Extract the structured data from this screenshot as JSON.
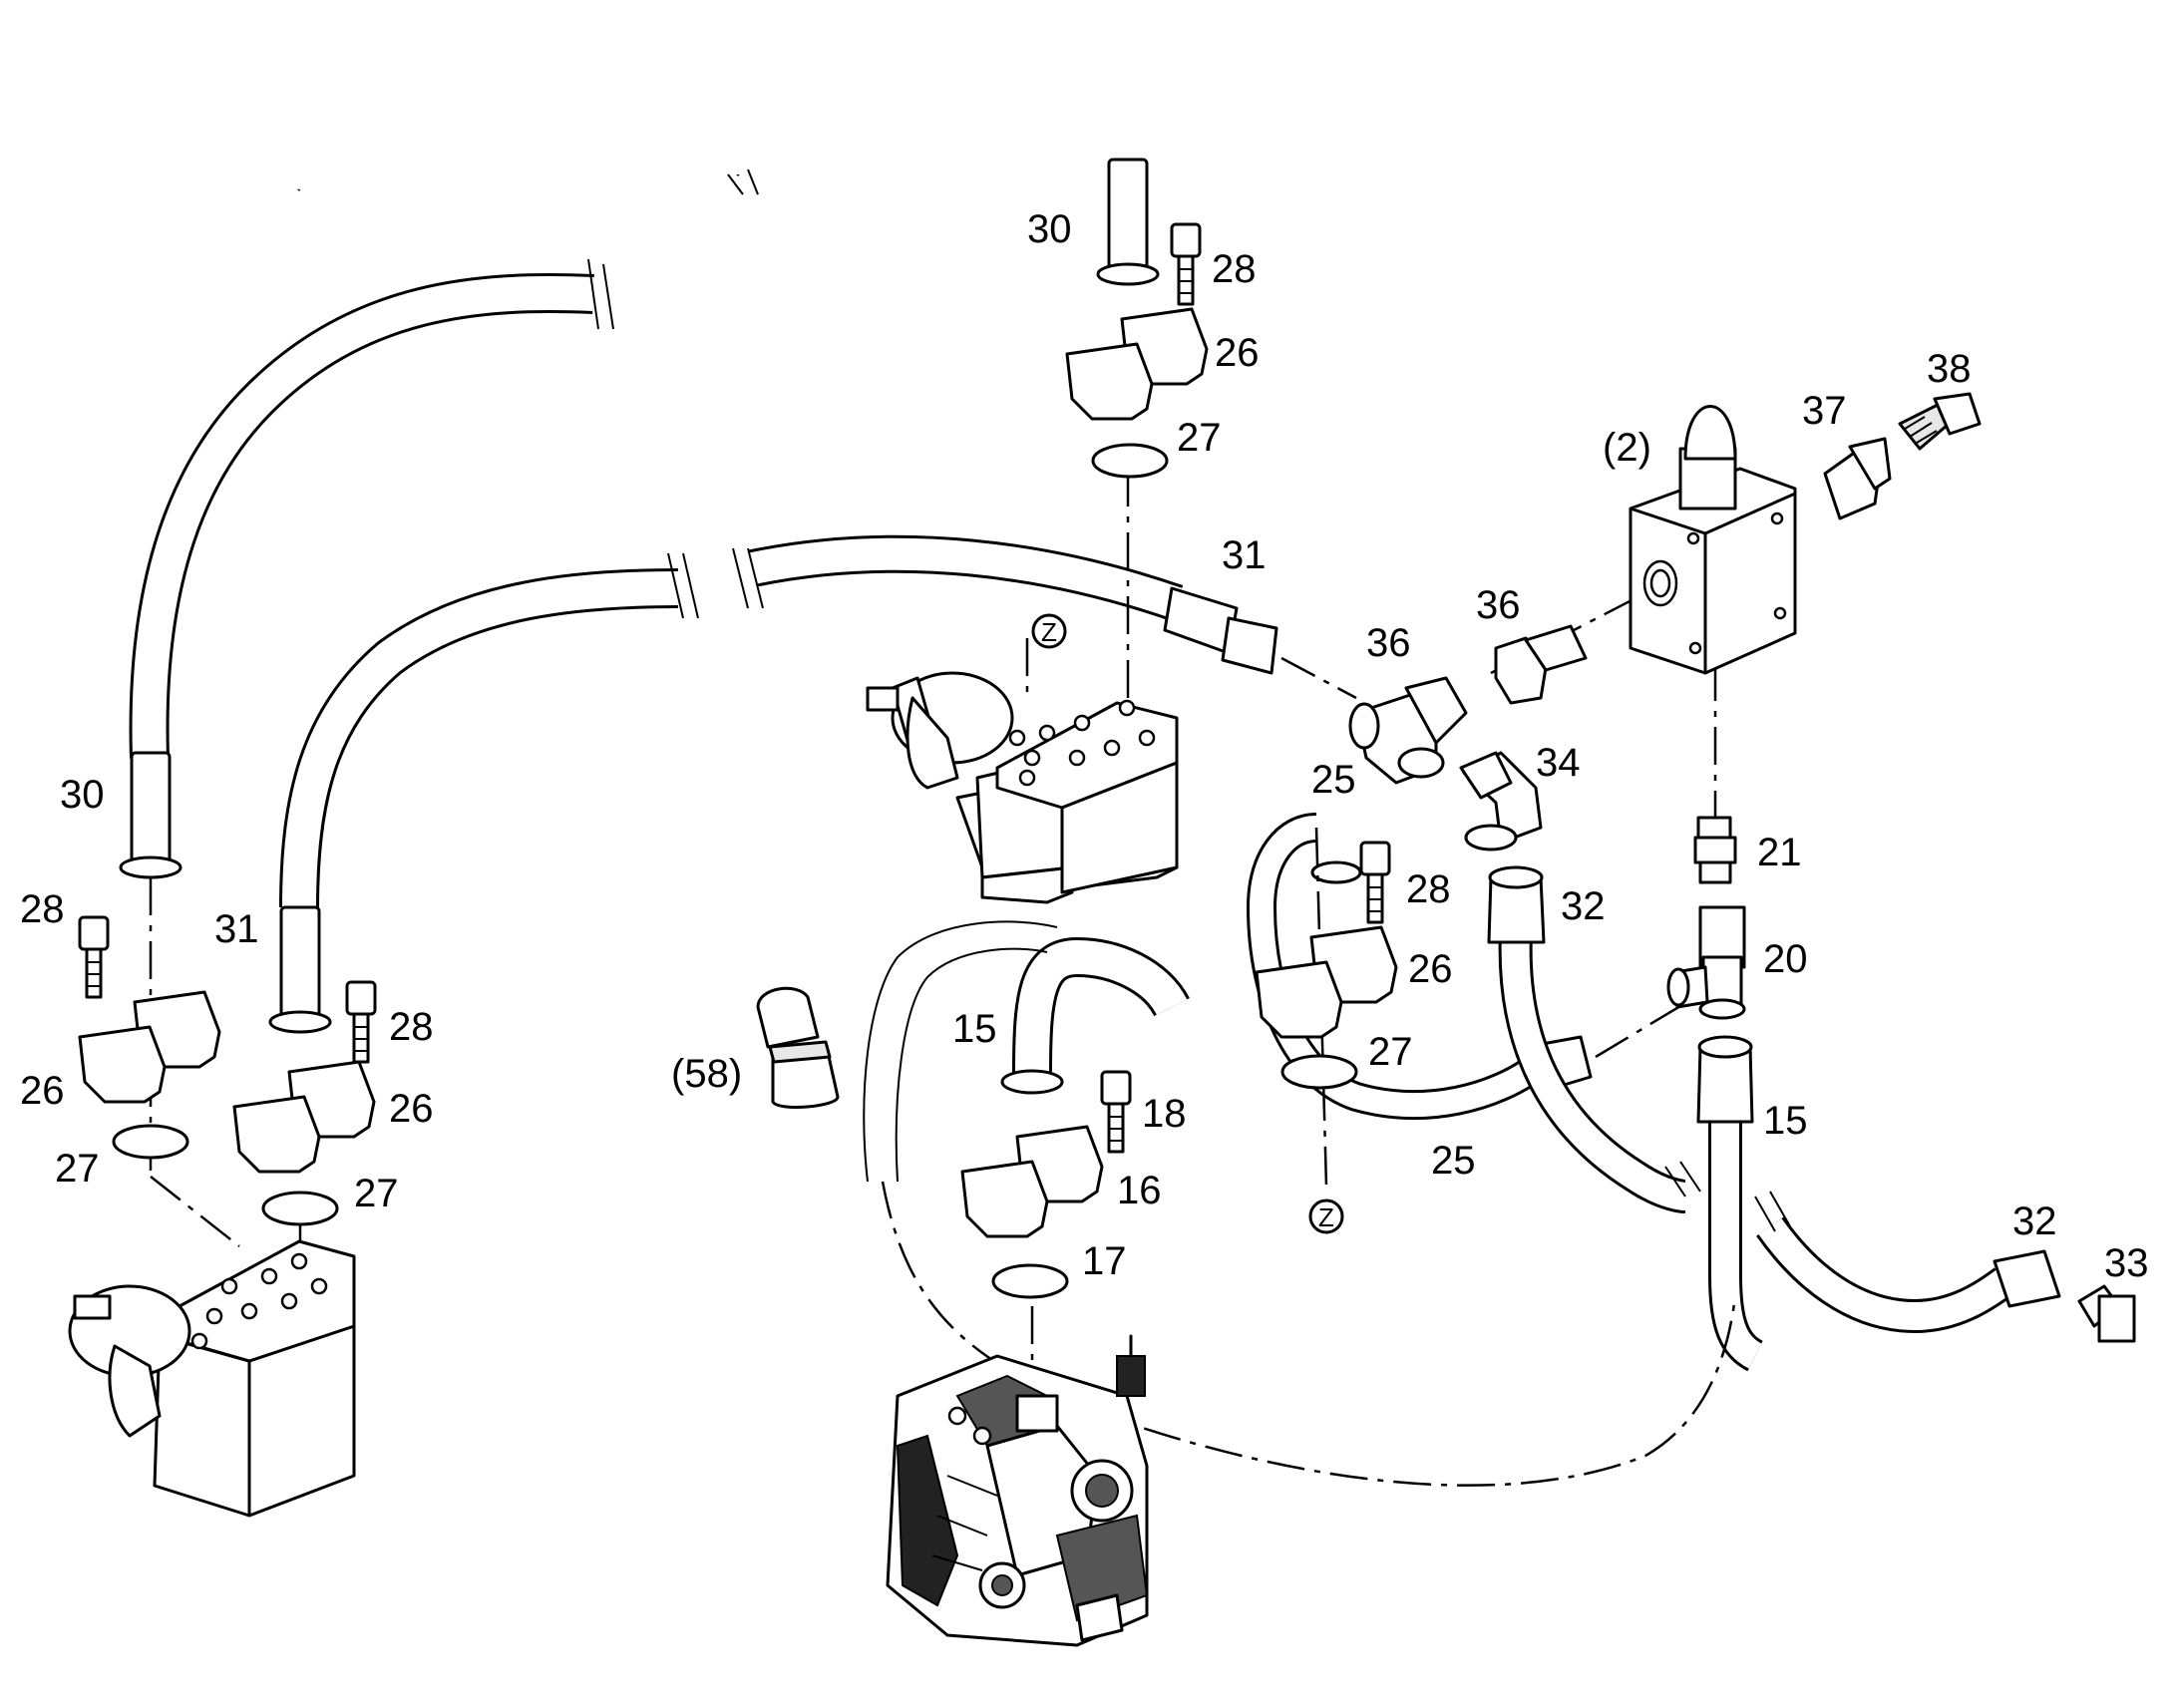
{
  "callouts": {
    "c30a": "30",
    "c28a": "28",
    "c26a": "26",
    "c27a": "27",
    "c31a": "31",
    "c36a": "36",
    "c36b": "36",
    "c2": "(2)",
    "c37": "37",
    "c38": "38",
    "c30b": "30",
    "c28b": "28",
    "c31b": "31",
    "c28c": "28",
    "c26b": "26",
    "c26c": "26",
    "c27b": "27",
    "c27c": "27",
    "c25a": "25",
    "c28d": "28",
    "c26d": "26",
    "c27d": "27",
    "c25b": "25",
    "c34": "34",
    "c32a": "32",
    "c21": "21",
    "c20": "20",
    "c15b": "15",
    "c15a": "15",
    "c58": "(58)",
    "c18": "18",
    "c16": "16",
    "c17": "17",
    "c32b": "32",
    "c33": "33",
    "zTop": "Z",
    "zBottom": "Z"
  }
}
